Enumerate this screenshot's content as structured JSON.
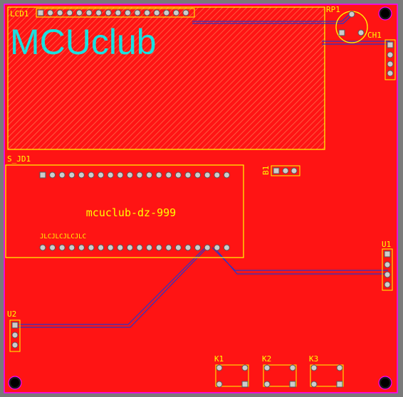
{
  "brand": {
    "text": "MCUclub",
    "color": "#19e0e0"
  },
  "colors": {
    "copper": "#ff1414",
    "edge": "#ff00ff",
    "silk": "#ffff00",
    "trace": "#2b35c8",
    "background": "#7a7a7a"
  },
  "components": {
    "lcd": {
      "designator": "LCD1"
    },
    "rp": {
      "designator": "RP1"
    },
    "ch": {
      "designator": "CH1"
    },
    "sjd": {
      "designator": "S_JD1",
      "center_text": "mcuclub-dz-999",
      "bottom_text": "JLCJLCJLCJLC"
    },
    "b1": {
      "designator": "B1"
    },
    "u1": {
      "designator": "U1"
    },
    "u2": {
      "designator": "U2"
    },
    "k1": {
      "designator": "K1"
    },
    "k2": {
      "designator": "K2"
    },
    "k3": {
      "designator": "K3"
    }
  }
}
